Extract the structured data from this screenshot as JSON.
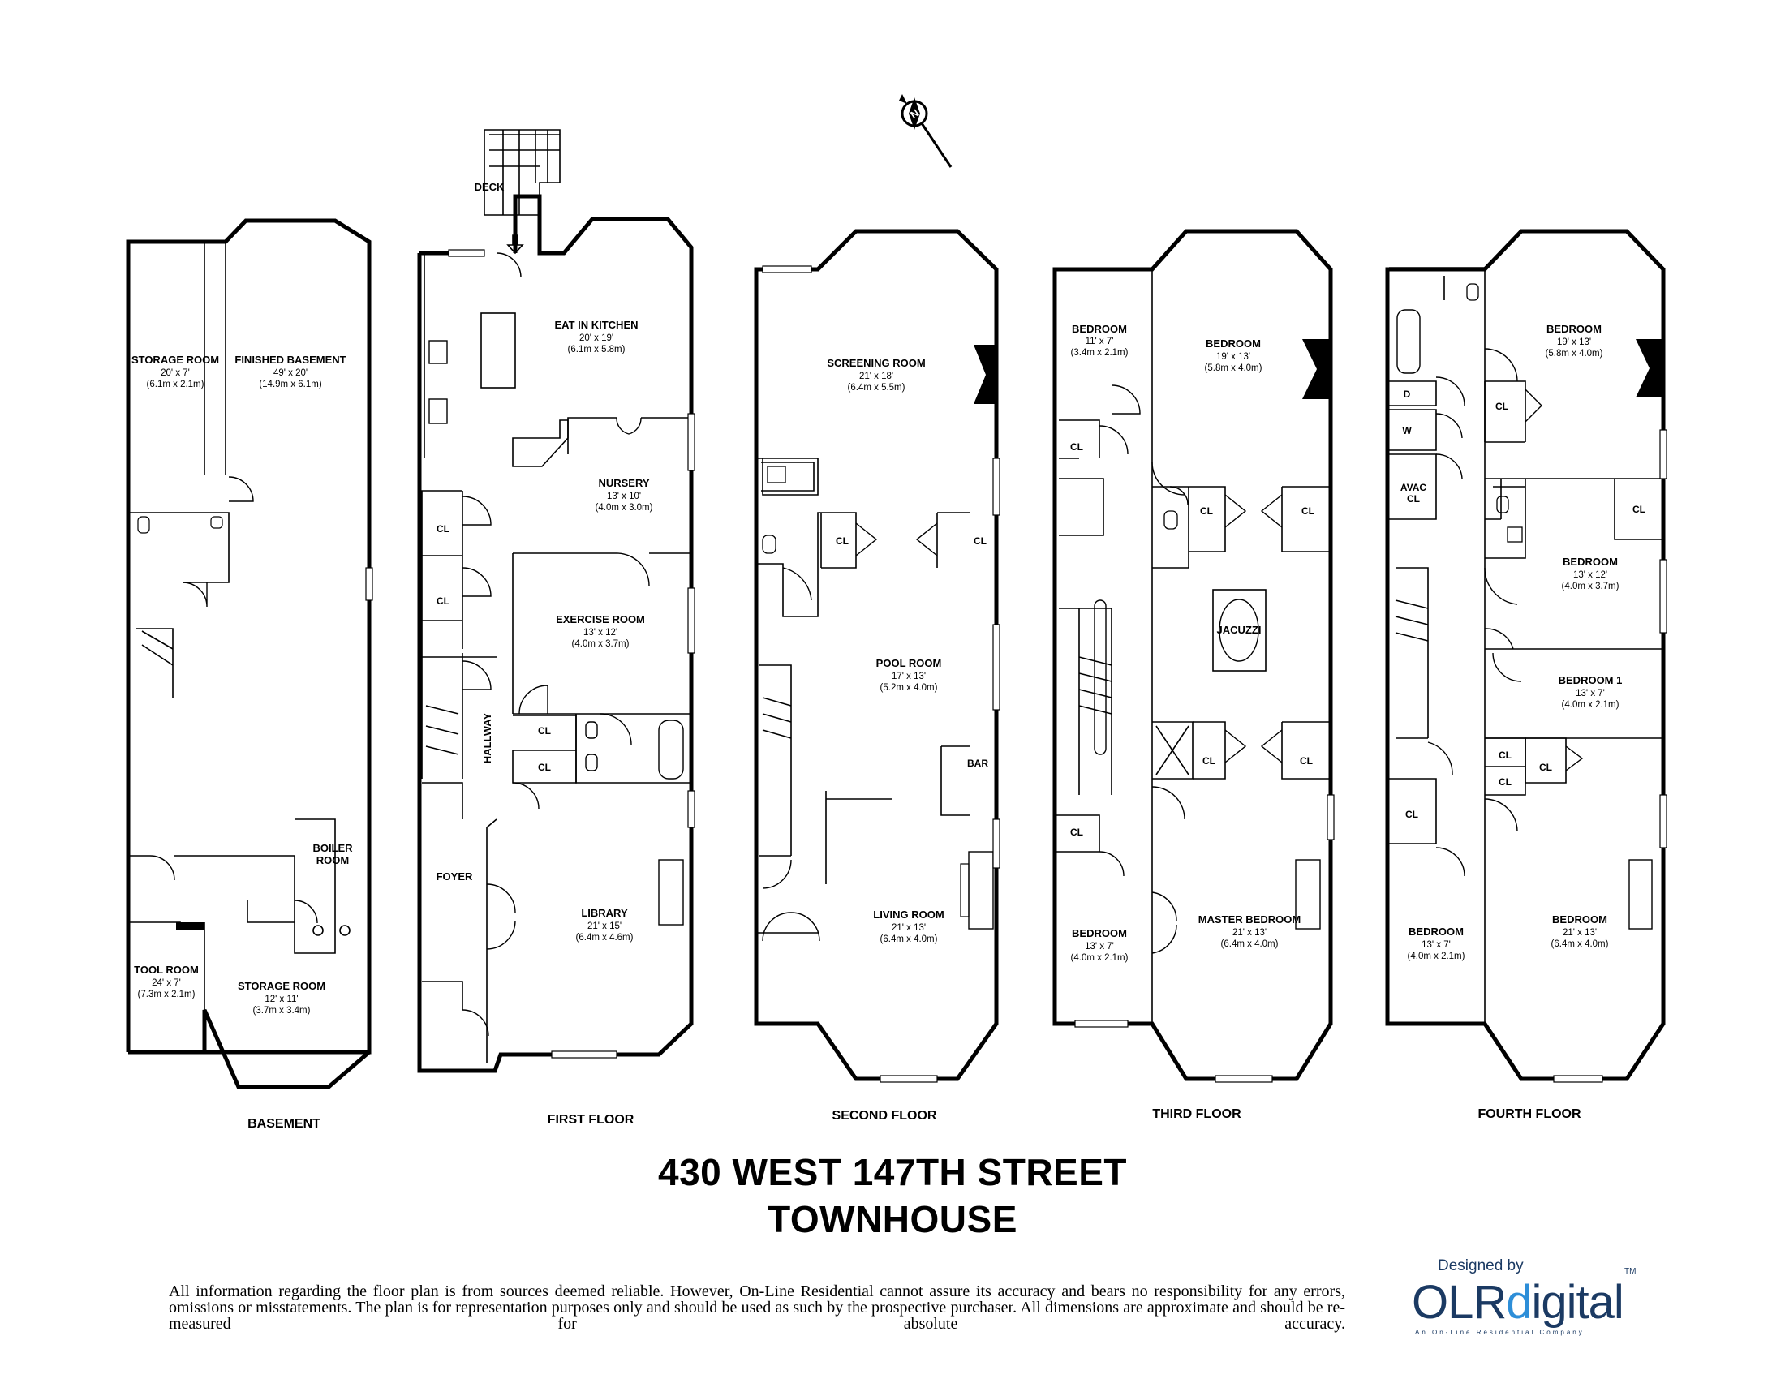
{
  "compass": {
    "label": "N",
    "icon": "north-compass-icon"
  },
  "floors": {
    "basement": {
      "name": "BASEMENT",
      "rooms": [
        {
          "id": "storage1",
          "name": "STORAGE ROOM",
          "dim": "20' x 7'",
          "metric": "(6.1m x 2.1m)"
        },
        {
          "id": "finished",
          "name": "FINISHED BASEMENT",
          "dim": "49' x 20'",
          "metric": "(14.9m x 6.1m)"
        },
        {
          "id": "boiler",
          "name": "BOILER",
          "name2": "ROOM"
        },
        {
          "id": "tool",
          "name": "TOOL ROOM",
          "dim": "24' x 7'",
          "metric": "(7.3m x 2.1m)"
        },
        {
          "id": "storage2",
          "name": "STORAGE ROOM",
          "dim": "12' x 11'",
          "metric": "(3.7m x 3.4m)"
        }
      ]
    },
    "first": {
      "name": "FIRST FLOOR",
      "rooms": [
        {
          "id": "deck",
          "name": "DECK"
        },
        {
          "id": "kitchen",
          "name": "EAT IN KITCHEN",
          "dim": "20' x 19'",
          "metric": "(6.1m x 5.8m)"
        },
        {
          "id": "nursery",
          "name": "NURSERY",
          "dim": "13' x 10'",
          "metric": "(4.0m x 3.0m)"
        },
        {
          "id": "exercise",
          "name": "EXERCISE ROOM",
          "dim": "13' x 12'",
          "metric": "(4.0m x 3.7m)"
        },
        {
          "id": "library",
          "name": "LIBRARY",
          "dim": "21' x 15'",
          "metric": "(6.4m x 4.6m)"
        },
        {
          "id": "foyer",
          "name": "FOYER"
        },
        {
          "id": "hallway",
          "name": "HALLWAY"
        }
      ],
      "closets": [
        "CL",
        "CL",
        "CL",
        "CL"
      ]
    },
    "second": {
      "name": "SECOND FLOOR",
      "rooms": [
        {
          "id": "screening",
          "name": "SCREENING ROOM",
          "dim": "21' x 18'",
          "metric": "(6.4m x 5.5m)"
        },
        {
          "id": "pool",
          "name": "POOL ROOM",
          "dim": "17' x 13'",
          "metric": "(5.2m x 4.0m)"
        },
        {
          "id": "living",
          "name": "LIVING ROOM",
          "dim": "21' x 13'",
          "metric": "(6.4m x 4.0m)"
        },
        {
          "id": "bar",
          "name": "BAR"
        }
      ],
      "closets": [
        "CL",
        "CL"
      ]
    },
    "third": {
      "name": "THIRD FLOOR",
      "rooms": [
        {
          "id": "bed1",
          "name": "BEDROOM",
          "dim": "11' x 7'",
          "metric": "(3.4m x 2.1m)"
        },
        {
          "id": "bed2",
          "name": "BEDROOM",
          "dim": "19' x 13'",
          "metric": "(5.8m x 4.0m)"
        },
        {
          "id": "jacuzzi",
          "name": "JACUZZI"
        },
        {
          "id": "bed3",
          "name": "BEDROOM",
          "dim": "13' x 7'",
          "metric": "(4.0m x 2.1m)"
        },
        {
          "id": "master",
          "name": "MASTER BEDROOM",
          "dim": "21' x 13'",
          "metric": "(6.4m x 4.0m)"
        }
      ],
      "closets": [
        "CL",
        "CL",
        "CL",
        "CL",
        "CL",
        "CL"
      ]
    },
    "fourth": {
      "name": "FOURTH FLOOR",
      "rooms": [
        {
          "id": "bed1",
          "name": "BEDROOM",
          "dim": "19' x 13'",
          "metric": "(5.8m x 4.0m)"
        },
        {
          "id": "bed2",
          "name": "BEDROOM",
          "dim": "13' x 12'",
          "metric": "(4.0m x 3.7m)"
        },
        {
          "id": "bed3",
          "name": "BEDROOM 1",
          "dim": "13' x 7'",
          "metric": "(4.0m x 2.1m)"
        },
        {
          "id": "bed4",
          "name": "BEDROOM",
          "dim": "13' x 7'",
          "metric": "(4.0m x 2.1m)"
        },
        {
          "id": "bed5",
          "name": "BEDROOM",
          "dim": "21' x 13'",
          "metric": "(6.4m x 4.0m)"
        },
        {
          "id": "avac",
          "name": "AVAC",
          "name2": "CL"
        },
        {
          "id": "d",
          "name": "D"
        },
        {
          "id": "w",
          "name": "W"
        }
      ],
      "closets": [
        "CL",
        "CL",
        "CL",
        "CL",
        "CL",
        "CL"
      ]
    }
  },
  "title": {
    "line1": "430 WEST 147TH STREET",
    "line2": "TOWNHOUSE"
  },
  "disclaimer": "All information regarding the floor plan is from sources deemed reliable. However, On-Line Residential cannot assure its accuracy and bears no responsibility for any errors, omissions or misstatements. The plan is for representation purposes only and should be used as such by the prospective purchaser. All dimensions are approximate and should be re-measured for absolute accuracy.",
  "logo": {
    "designed_by": "Designed by",
    "brand_prefix": "OLR",
    "brand_accent": "d",
    "brand_suffix": "igital",
    "tm": "TM",
    "tagline": "An On-Line Residential Company",
    "colors": {
      "navy": "#1b3a63",
      "blue": "#2d8ed8"
    }
  }
}
